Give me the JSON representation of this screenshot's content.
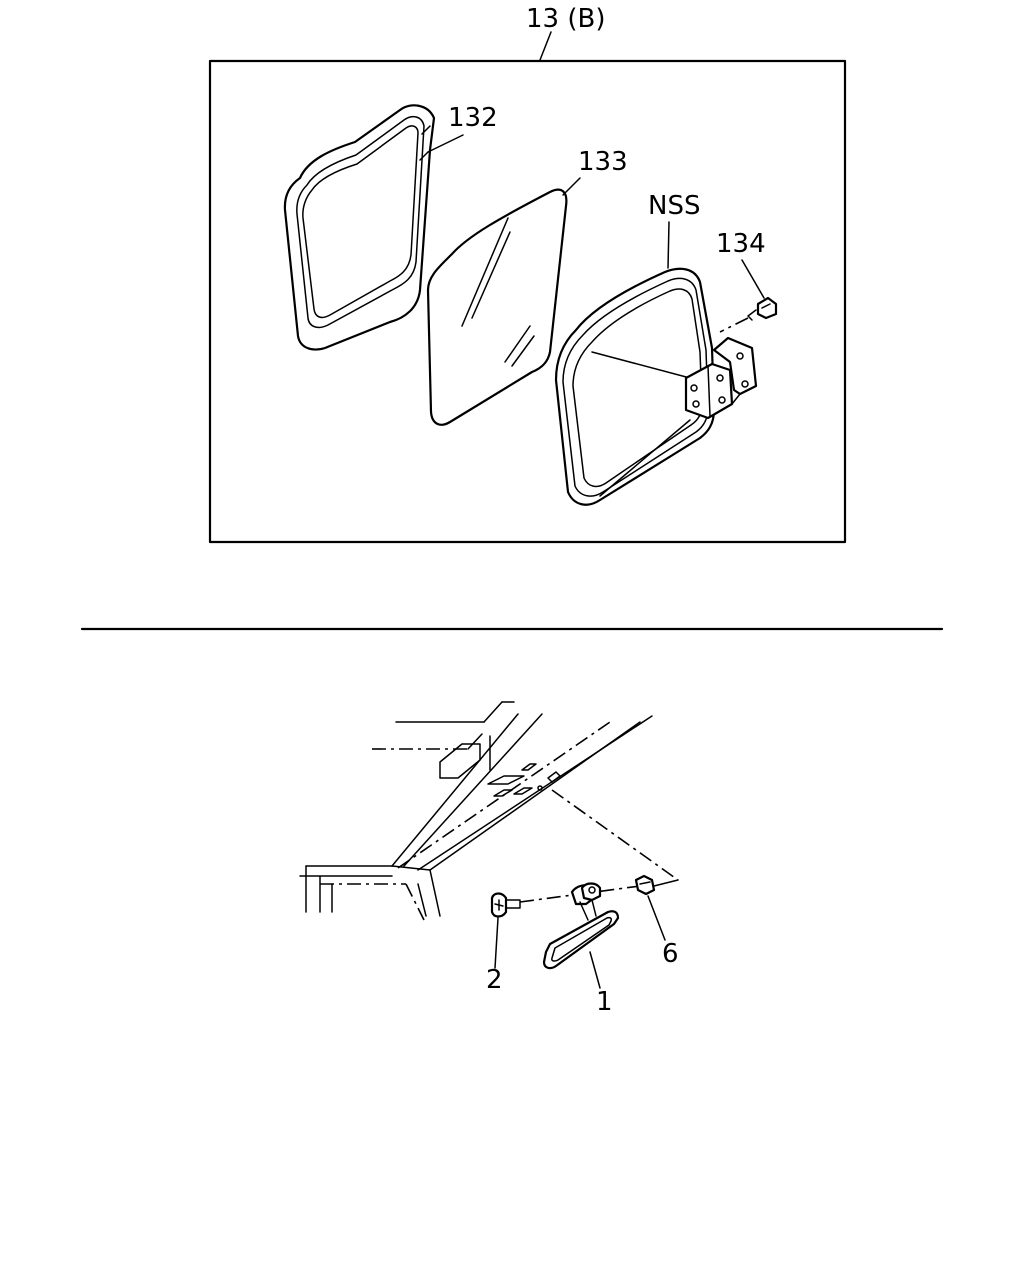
{
  "assembly": {
    "label": "13 (B)"
  },
  "callouts": {
    "mirror_frame": "132",
    "mirror_glass": "133",
    "mirror_body": "NSS",
    "mirror_screw": "134",
    "inner_mirror": "1",
    "screw": "2",
    "nut": "6"
  }
}
